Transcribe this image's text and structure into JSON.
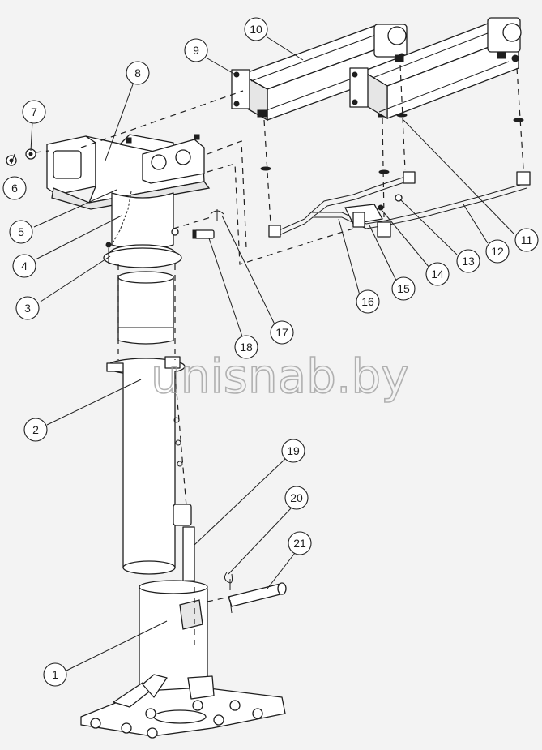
{
  "watermark": "unisnab.by",
  "colors": {
    "background": "#f3f3f3",
    "line": "#1e1e1e",
    "watermark": "#9a9a9a"
  },
  "callouts": [
    {
      "id": "1",
      "label": "1"
    },
    {
      "id": "2",
      "label": "2"
    },
    {
      "id": "3",
      "label": "3"
    },
    {
      "id": "4",
      "label": "4"
    },
    {
      "id": "5",
      "label": "5"
    },
    {
      "id": "6",
      "label": "6"
    },
    {
      "id": "7",
      "label": "7"
    },
    {
      "id": "8",
      "label": "8"
    },
    {
      "id": "9",
      "label": "9"
    },
    {
      "id": "10",
      "label": "10"
    },
    {
      "id": "11",
      "label": "11"
    },
    {
      "id": "12",
      "label": "12"
    },
    {
      "id": "13",
      "label": "13"
    },
    {
      "id": "14",
      "label": "14"
    },
    {
      "id": "15",
      "label": "15"
    },
    {
      "id": "16",
      "label": "16"
    },
    {
      "id": "17",
      "label": "17"
    },
    {
      "id": "18",
      "label": "18"
    },
    {
      "id": "19",
      "label": "19"
    },
    {
      "id": "20",
      "label": "20"
    },
    {
      "id": "21",
      "label": "21"
    }
  ]
}
